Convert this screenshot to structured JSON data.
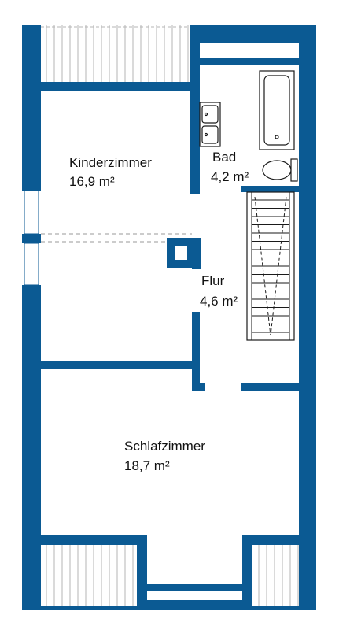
{
  "colors": {
    "wall": "#0b5a93",
    "background": "#ffffff",
    "line": "#1a1a1a",
    "dash": "#999999",
    "text": "#111111"
  },
  "rooms": {
    "kinderzimmer": {
      "name": "Kinderzimmer",
      "area": "16,9 m²"
    },
    "bad": {
      "name": "Bad",
      "area": "4,2 m²"
    },
    "flur": {
      "name": "Flur",
      "area": "4,6 m²"
    },
    "schlafzimmer": {
      "name": "Schlafzimmer",
      "area": "18,7 m²"
    }
  }
}
